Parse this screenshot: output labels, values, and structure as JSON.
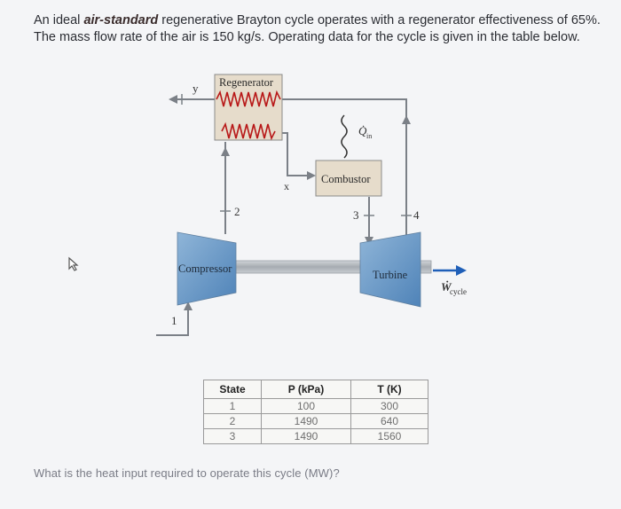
{
  "problem": {
    "part1": "An ideal ",
    "emphasis": "air-standard",
    "part2": " regenerative Brayton cycle operates with a regenerator effectiveness of 65%. The mass flow rate of the air is 150 kg/s. Operating data for the cycle is given in the table below."
  },
  "diagram": {
    "regenerator": "Regenerator",
    "combustor": "Combustor",
    "compressor": "Compressor",
    "turbine": "Turbine",
    "heat_input": "Q̇",
    "heat_input_sub": "in",
    "work_output": "Ẇ",
    "work_output_sub": "cycle",
    "state_y": "y",
    "state_x": "x",
    "state_1": "1",
    "state_2": "2",
    "state_3": "3",
    "state_4": "4"
  },
  "table": {
    "headers": [
      "State",
      "P (kPa)",
      "T (K)"
    ],
    "rows": [
      {
        "state": "1",
        "p": "100",
        "t": "300"
      },
      {
        "state": "2",
        "p": "1490",
        "t": "640"
      },
      {
        "state": "3",
        "p": "1490",
        "t": "1560"
      }
    ]
  },
  "question": "What is the heat input required to operate this cycle (MW)?",
  "colors": {
    "component_blue": "#6fa0cf",
    "box_tan": "#e6dccb",
    "pipe": "#7b8087",
    "arrow_blue": "#1f5fb8",
    "coil_red": "#b81818"
  }
}
